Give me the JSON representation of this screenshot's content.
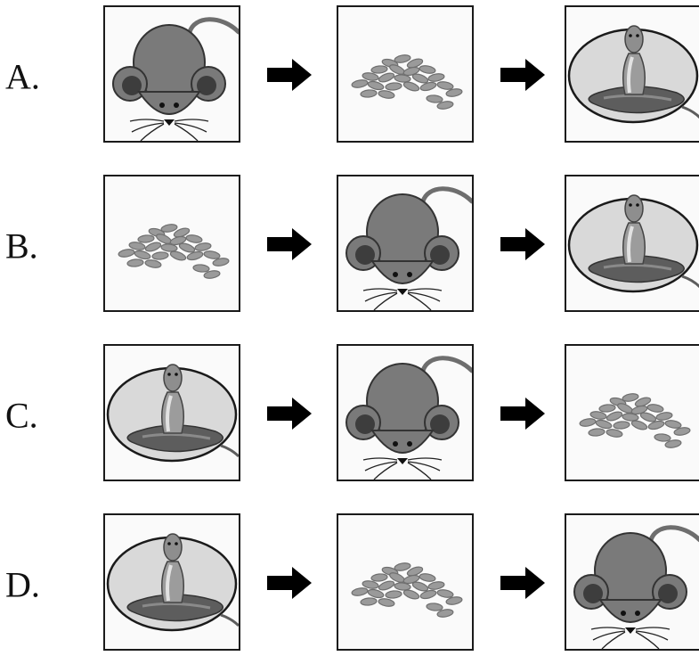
{
  "options": [
    {
      "label": "A.",
      "sequence": [
        "mouse-icon",
        "seeds-icon",
        "cobra-icon"
      ]
    },
    {
      "label": "B.",
      "sequence": [
        "seeds-icon",
        "mouse-icon",
        "cobra-icon"
      ]
    },
    {
      "label": "C.",
      "sequence": [
        "cobra-icon",
        "mouse-icon",
        "seeds-icon"
      ]
    },
    {
      "label": "D.",
      "sequence": [
        "cobra-icon",
        "seeds-icon",
        "mouse-icon"
      ]
    }
  ],
  "colors": {
    "mouse_body": "#7a7a7a",
    "mouse_ear_inner": "#3d3d3d",
    "seed": "#9a9a9a",
    "seed_edge": "#6f6f6f",
    "snake": "#6a6a6a",
    "snake_bg": "#d9d9d9",
    "arrow": "#000000"
  }
}
